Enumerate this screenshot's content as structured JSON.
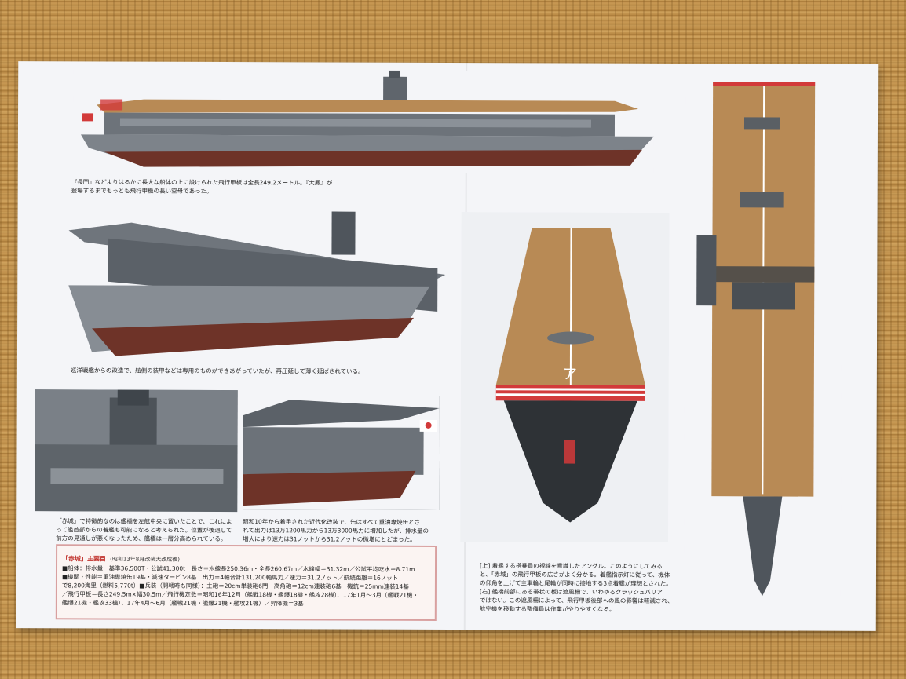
{
  "captions": {
    "top_left": "『長門』などよりはるかに長大な船体の上に設けられた飛行甲板は全長249.2メートル。『大鳳』が\n登場するまでもっとも飛行甲板の長い空母であった。",
    "middle_left": "巡洋戦艦からの改造で、舷側の装甲などは専用のものができあがっていたが、再圧延して薄く延ばされている。",
    "bottom_left": "「赤城」で特徴的なのは艦橋を左舷中央に置いたことで、これによ\nって艦首部からの着艦も可能になると考えられた。位置が後退して\n前方の見通しが悪くなったため、艦橋は一層分高められている。",
    "bottom_center": "昭和10年から着手された近代化改装で、缶はすべて重油専焼缶とさ\nれて出力は13万1200馬力から13万3000馬力に増加したが、排水量の\n増大により速力は31ノットから31.2ノットの微増にとどまった。",
    "bottom_right": "[上] 着艦する搭乗員の視線を意識したアングル。このようにしてみる\nと、「赤城」の飛行甲板の広さがよく分かる。着艦指示灯に従って、機体\nの仰角を上げて主車輪と尾輪が同時に接地する3点着艦が理想とされた。\n[右] 艦橋前部にある帯状の板は遮風柵で、いわゆるクラッシュバリア\nではない。この遮風柵によって、飛行甲板後部への風の影響は軽減され、\n航空機を移動する整備員は作業がやりやすくなる。"
  },
  "specs": {
    "title": "「赤城」主要目",
    "title_note": "(昭和13年8月改装大改成後)",
    "body": "■船体：排水量ー基準36,500T・公試41,300t　長さ＝水線長250.36m・全長260.67m／水線幅＝31.32m／公試平均吃水＝8.71m\n■機関・性能＝重油専焼缶19基・減速タービン8基　出力＝4軸合計131,200軸馬力／速力＝31.2ノット／航続距離＝16ノット\nで8,200海里（燃料5,770t）■兵装（開戦時も同様）：主砲＝20cm単装砲6門　高角砲＝12cm連装砲6基　機銃＝25mm連装14基\n／飛行甲板＝長さ249.5m×幅30.5m／飛行機定数＝昭和16年12月（艦戦18機・艦爆18機・艦攻28機）、17年1月～3月（艦戦21機・\n艦爆21機・艦攻33機）、17年4月～6月（艦戦21機・艦爆21機・艦攻21機）／昇降機＝3基"
  },
  "deck_marking": "ア",
  "colors": {
    "deck_wood": "#b88a55",
    "hull_grey": "#7d838a",
    "hull_red": "#6e3328",
    "flag_red": "#d23a3a",
    "sheet": "#f4f5f8"
  }
}
